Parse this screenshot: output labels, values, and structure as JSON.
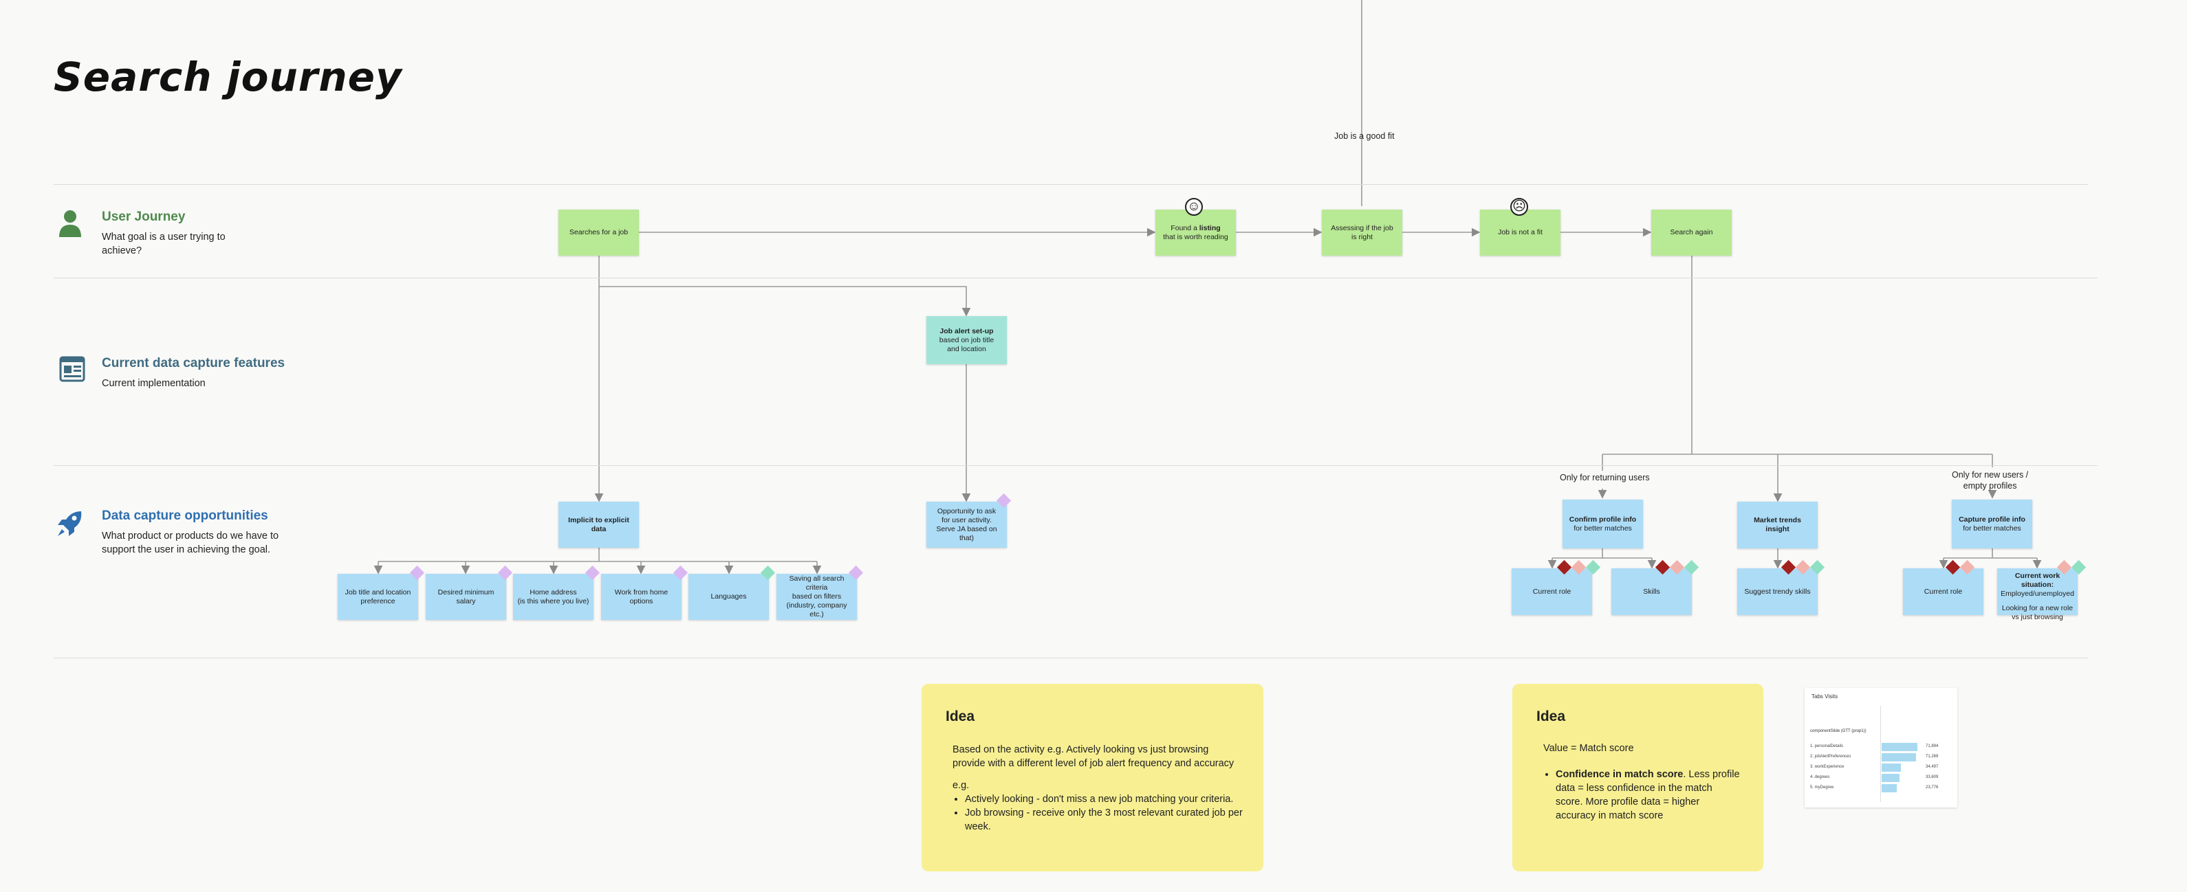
{
  "page": {
    "title": "Search journey"
  },
  "lanes": {
    "user_journey": {
      "title": "User Journey",
      "subtitle": "What goal is a user trying to achieve?",
      "color": "#4e8a4c"
    },
    "current_data": {
      "title": "Current data capture features",
      "subtitle": "Current implementation",
      "color": "#3f6b80"
    },
    "opportunities": {
      "title": "Data capture opportunities",
      "subtitle": "What product or products do we have to support the user in achieving the goal.",
      "color": "#2f6fb0"
    }
  },
  "journey": {
    "searches": "Searches for a job",
    "found_pre": "Found a ",
    "found_bold": "listing",
    "found_post": "that is worth reading",
    "assessing": "Assessing if the job is right",
    "not_fit": "Job is not a fit",
    "search_again": "Search again",
    "good_fit_label": "Job is a good fit"
  },
  "current": {
    "job_alert_title": "Job alert set-up",
    "job_alert_body": "based on job title and location"
  },
  "opportunities": {
    "implicit": "Implicit to explicit data",
    "items": [
      {
        "line1": "Job title and location",
        "line2": "preference"
      },
      {
        "line1": "Desired minimum salary",
        "line2": ""
      },
      {
        "line1": "Home address",
        "line2": "(is this where you live)"
      },
      {
        "line1": "Work from home options",
        "line2": ""
      },
      {
        "line1": "Languages",
        "line2": ""
      },
      {
        "line1": "Saving all search criteria",
        "line2": "based on filters (industry, company etc.)"
      }
    ],
    "opportunity_ask": "Opportunity to ask for user activity. Serve JA based on that)",
    "returning_label": "Only for returning users",
    "new_users_label_1": "Only for new users /",
    "new_users_label_2": "empty profiles",
    "confirm_title": "Confirm profile info",
    "confirm_sub": "for better matches",
    "market_trends": "Market trends insight",
    "capture_title": "Capture profile info",
    "capture_sub": "for better matches",
    "current_role_a": "Current role",
    "skills": "Skills",
    "suggest_skills": "Suggest trendy skills",
    "current_role_b": "Current role",
    "situation_title": "Current work situation:",
    "situation_options": "Employed/unemployed",
    "situation_note": "Looking for a new role vs just browsing"
  },
  "ideas": [
    {
      "title": "Idea",
      "body": "Based on the activity e.g. Actively looking vs just browsing provide with a different level of job alert frequency and accuracy",
      "eg": "e.g.",
      "bullets": [
        "Actively looking - don't miss a new job matching your criteria.",
        "Job browsing - receive only the 3 most relevant curated job per week."
      ]
    },
    {
      "title": "Idea",
      "value_line": "Value = Match score",
      "bullet_bold": "Confidence in match score",
      "bullet_rest": ". Less profile data = less confidence in the match score. More profile data = higher accuracy in match score"
    }
  ],
  "thumbnail": {
    "title": "Tabs Visits",
    "header": "componentSlide (GTT (prop1))",
    "rows": [
      {
        "label": "1. personalDetails",
        "value": "71,894",
        "share": 0.42
      },
      {
        "label": "2. jobAlertPreferences",
        "value": "71,269",
        "share": 0.41
      },
      {
        "label": "3. workExperience",
        "value": "34,497",
        "share": 0.2
      },
      {
        "label": "4. degrees",
        "value": "33,609",
        "share": 0.19
      },
      {
        "label": "5. myDegree",
        "value": "23,776",
        "share": 0.14
      }
    ]
  },
  "colors": {
    "journey_sticky": "#b8e994",
    "current_sticky": "#a3e4d9",
    "opportunity_sticky": "#addcf6",
    "idea_card": "#f7ef92",
    "tag_purple": "#d9b8f2",
    "tag_teal": "#8fe0c3",
    "tag_red": "#a3201e",
    "tag_pink": "#f2b3ad"
  }
}
